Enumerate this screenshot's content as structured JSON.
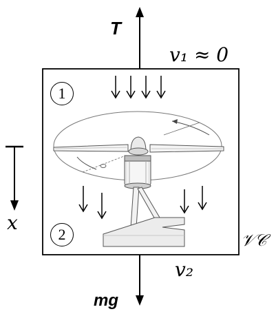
{
  "labels": {
    "thrust": "T",
    "weight": "mg",
    "v1": "v₁ ≈ 0",
    "v2": "v₂",
    "x": "x",
    "control_volume": "𝒱𝒞",
    "region1": "1",
    "region2": "2"
  }
}
